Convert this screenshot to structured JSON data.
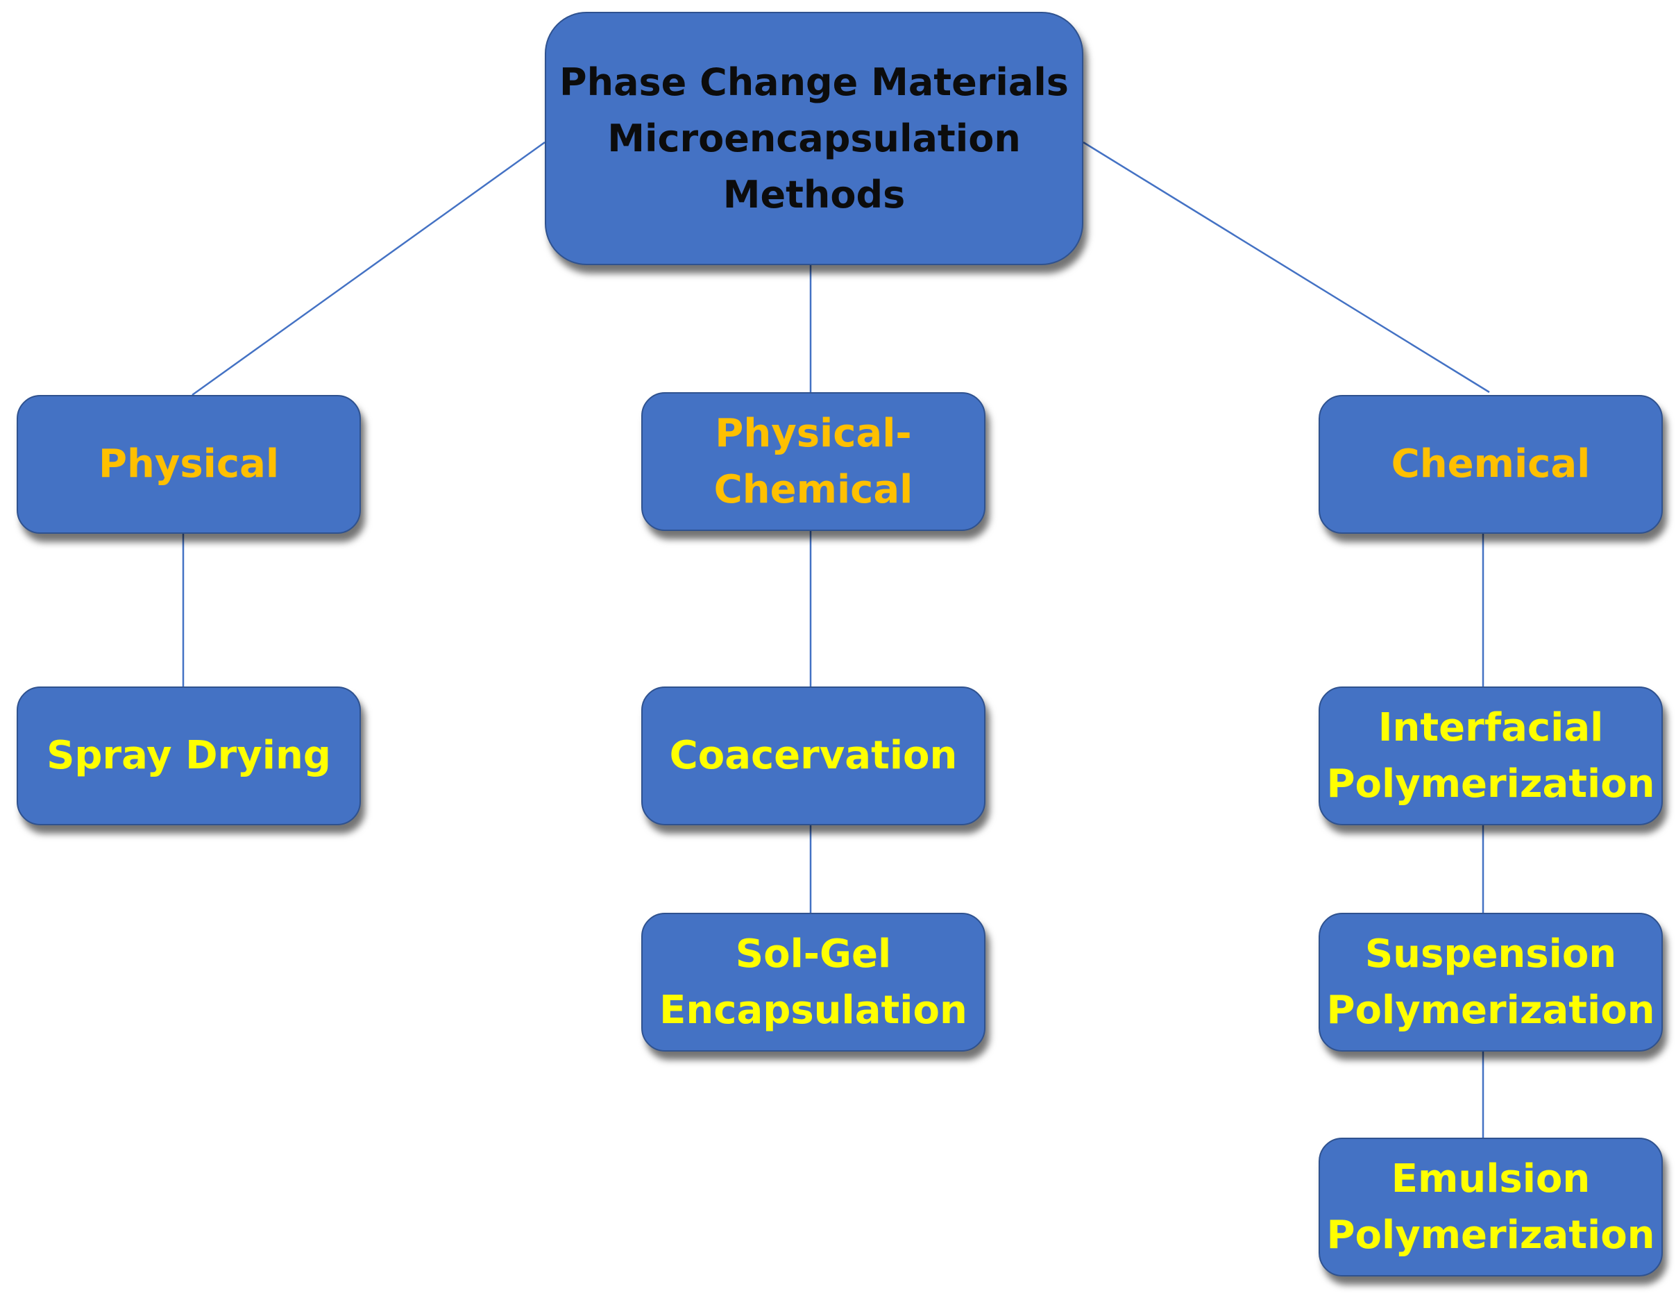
{
  "diagram": {
    "root": {
      "line1": "Phase Change Materials",
      "line2": "Microencapsulation",
      "line3": "Methods"
    },
    "categories": [
      {
        "lines": [
          "Physical"
        ]
      },
      {
        "lines": [
          "Physical-",
          "Chemical"
        ]
      },
      {
        "lines": [
          "Chemical"
        ]
      }
    ],
    "methods": {
      "physical": [
        {
          "lines": [
            "Spray Drying"
          ]
        }
      ],
      "physical_chemical": [
        {
          "lines": [
            "Coacervation"
          ]
        },
        {
          "lines": [
            "Sol-Gel",
            "Encapsulation"
          ]
        }
      ],
      "chemical": [
        {
          "lines": [
            "Interfacial",
            "Polymerization"
          ]
        },
        {
          "lines": [
            "Suspension",
            "Polymerization"
          ]
        },
        {
          "lines": [
            "Emulsion",
            "Polymerization"
          ]
        }
      ]
    },
    "colors": {
      "box_fill": "#4472c4",
      "box_border": "#2f528f",
      "root_text": "#0c0c0c",
      "category_text": "#ffc000",
      "method_text": "#ffff00",
      "connector": "#4472c4"
    }
  }
}
